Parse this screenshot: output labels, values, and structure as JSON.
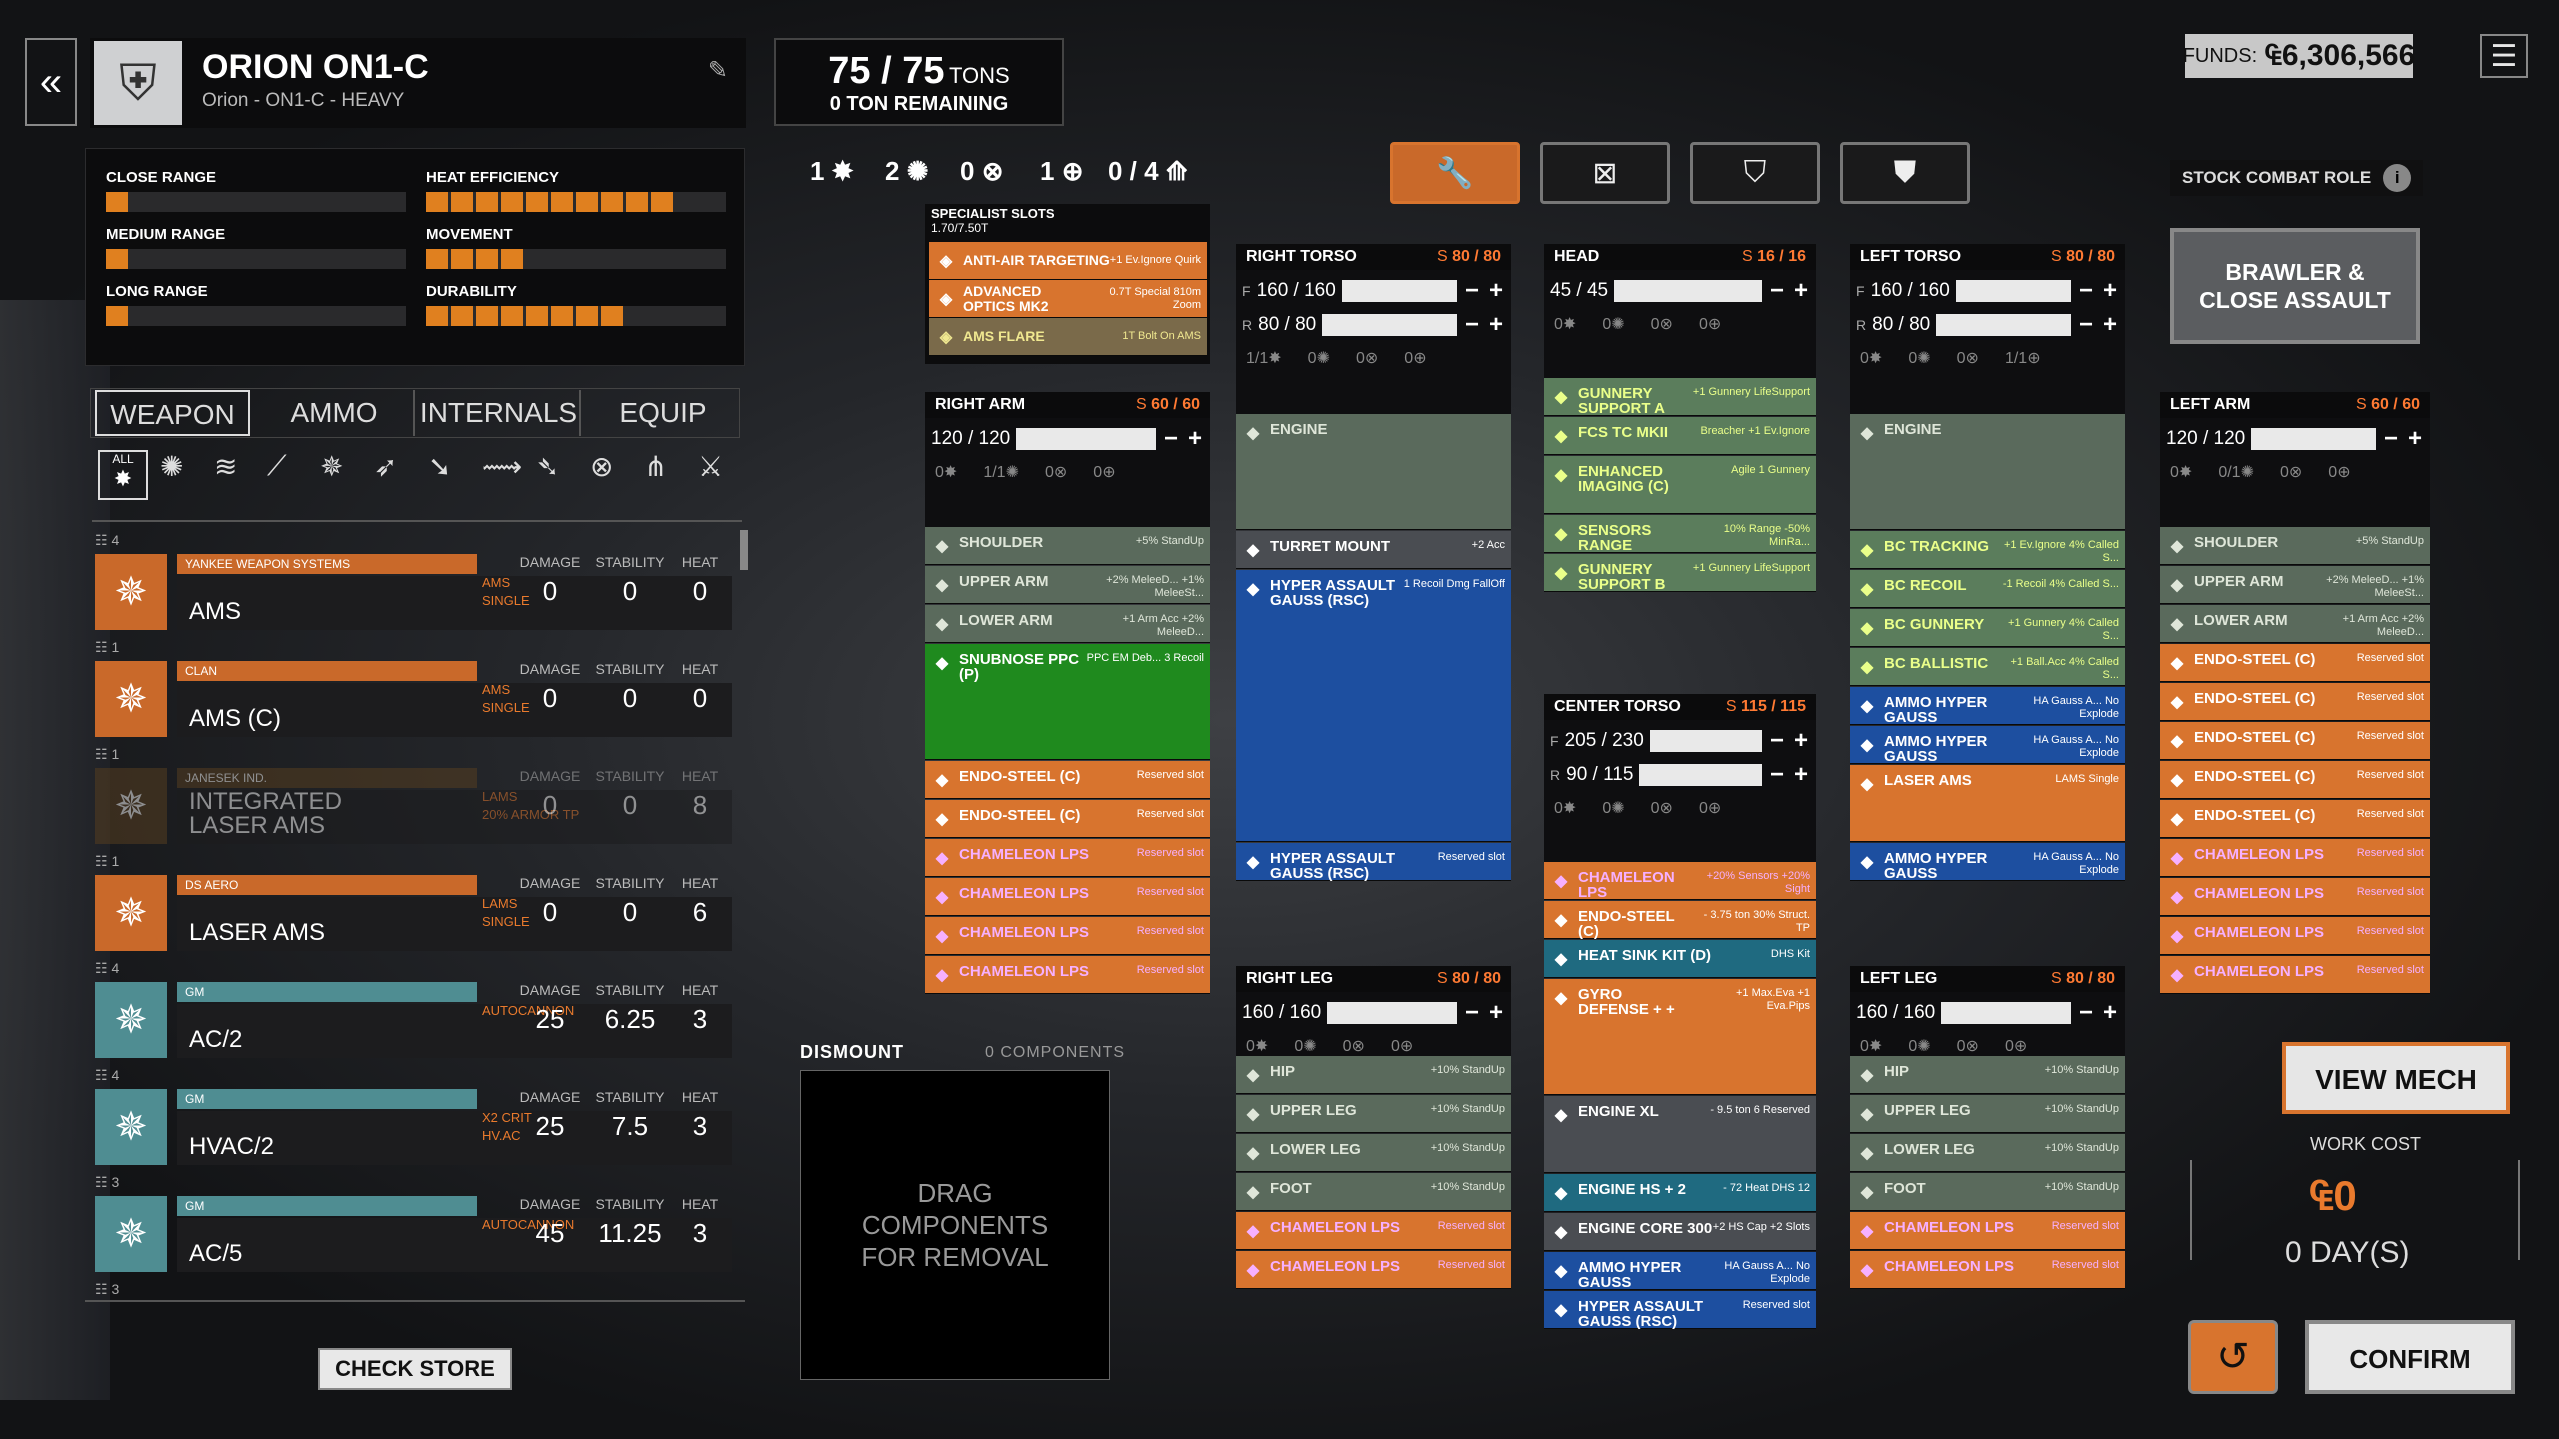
{
  "mech": {
    "name": "ORION ON1-C",
    "sub": "Orion - ON1-C - HEAVY"
  },
  "tonnage": {
    "value": "75 / 75",
    "unit": "TONS",
    "remaining": "0 TON REMAINING"
  },
  "hardpoints": [
    "1",
    "2",
    "0",
    "1",
    "0 / 4"
  ],
  "funds": {
    "label": "FUNDS:",
    "value": "₠6,306,566"
  },
  "stats": [
    {
      "label": "CLOSE RANGE",
      "fill": 1
    },
    {
      "label": "HEAT EFFICIENCY",
      "fill": 10
    },
    {
      "label": "MEDIUM RANGE",
      "fill": 1
    },
    {
      "label": "MOVEMENT",
      "fill": 4
    },
    {
      "label": "LONG RANGE",
      "fill": 1
    },
    {
      "label": "DURABILITY",
      "fill": 8
    }
  ],
  "tabs": [
    "WEAPON",
    "AMMO",
    "INTERNALS",
    "EQUIP"
  ],
  "all_label": "ALL",
  "weapons": [
    {
      "count": "4",
      "maker": "YANKEE WEAPON SYSTEMS",
      "name": "AMS",
      "type": "AMS",
      "mode": "SINGLE",
      "damage": "0",
      "stability": "0",
      "heat": "0",
      "color": "#c9692a"
    },
    {
      "count": "1",
      "maker": "CLAN",
      "name": "AMS (C)",
      "type": "AMS",
      "mode": "SINGLE",
      "damage": "0",
      "stability": "0",
      "heat": "0",
      "color": "#c9692a"
    },
    {
      "count": "1",
      "maker": "JANESEK IND.",
      "name": "INTEGRATED LASER AMS",
      "type": "LAMS",
      "mode": "20% ARMOR TP",
      "damage": "0",
      "stability": "0",
      "heat": "8",
      "color": "#5a4020"
    },
    {
      "count": "1",
      "maker": "DS AERO",
      "name": "LASER AMS",
      "type": "LAMS",
      "mode": "SINGLE",
      "damage": "0",
      "stability": "0",
      "heat": "6",
      "color": "#c9692a"
    },
    {
      "count": "4",
      "maker": "GM",
      "name": "AC/2",
      "type": "AUTOCANNON",
      "mode": "",
      "damage": "25",
      "stability": "6.25",
      "heat": "3",
      "color": "#4f8d92"
    },
    {
      "count": "4",
      "maker": "GM",
      "name": "HVAC/2",
      "type": "X2 CRIT",
      "mode": "HV.AC",
      "damage": "25",
      "stability": "7.5",
      "heat": "3",
      "color": "#4f8d92"
    },
    {
      "count": "3",
      "maker": "GM",
      "name": "AC/5",
      "type": "AUTOCANNON",
      "mode": "",
      "damage": "45",
      "stability": "11.25",
      "heat": "3",
      "color": "#4f8d92"
    },
    {
      "count": "3"
    }
  ],
  "stat_labels": {
    "damage": "DAMAGE",
    "stability": "STABILITY",
    "heat": "HEAT"
  },
  "check_store": "CHECK STORE",
  "specialist": {
    "title": "SPECIALIST SLOTS",
    "sub": "1.70/7.50T",
    "items": [
      {
        "name": "ANTI-AIR TARGETING",
        "desc": "+1 Ev.Ignore Quirk"
      },
      {
        "name": "ADVANCED OPTICS MK2",
        "desc": "0.7T Special 810m Zoom"
      },
      {
        "name": "AMS FLARE",
        "desc": "1T Bolt On AMS"
      }
    ]
  },
  "dismount": {
    "title": "DISMOUNT",
    "sub": "0 COMPONENTS",
    "drop": "DRAG COMPONENTS FOR REMOVAL"
  },
  "locations": {
    "right_arm": {
      "title": "RIGHT ARM",
      "s": "S",
      "armor": "60 / 60",
      "f": "120 / 120",
      "hp": "1/1",
      "slots": [
        {
          "n": "SHOULDER",
          "d": "+5% StandUp",
          "c": "s-gdark"
        },
        {
          "n": "UPPER ARM",
          "d": "+2% MeleeD... +1% MeleeSt...",
          "c": "s-gdark"
        },
        {
          "n": "LOWER ARM",
          "d": "+1 Arm Acc +2% MeleeD...",
          "c": "s-gdark"
        },
        {
          "n": "SNUBNOSE PPC (P)",
          "d": "PPC EM Deb... 3 Recoil",
          "c": "s-bright",
          "h": 3
        },
        {
          "n": "ENDO-STEEL (C)",
          "d": "Reserved slot",
          "c": "s-orange"
        },
        {
          "n": "ENDO-STEEL (C)",
          "d": "Reserved slot",
          "c": "s-orange"
        },
        {
          "n": "CHAMELEON LPS",
          "d": "Reserved slot",
          "c": "s-chm"
        },
        {
          "n": "CHAMELEON LPS",
          "d": "Reserved slot",
          "c": "s-chm"
        },
        {
          "n": "CHAMELEON LPS",
          "d": "Reserved slot",
          "c": "s-chm"
        },
        {
          "n": "CHAMELEON LPS",
          "d": "Reserved slot",
          "c": "s-chm"
        }
      ]
    },
    "right_torso": {
      "title": "RIGHT TORSO",
      "s": "S",
      "armor": "80 / 80",
      "f": "160 / 160",
      "r": "80 / 80",
      "hp": "1/1",
      "slots": [
        {
          "n": "ENGINE",
          "d": "",
          "c": "s-gdark",
          "h": 3
        },
        {
          "n": "TURRET MOUNT",
          "d": "+2 Acc",
          "c": "s-gray"
        },
        {
          "n": "HYPER ASSAULT GAUSS (RSC)",
          "d": "1 Recoil Dmg FallOff",
          "c": "s-blue",
          "h": 7
        },
        {
          "n": "HYPER ASSAULT GAUSS (RSC)",
          "d": "Reserved slot",
          "c": "s-blue"
        }
      ]
    },
    "head": {
      "title": "HEAD",
      "s": "S",
      "armor": "16 / 16",
      "f": "45 / 45",
      "slots": [
        {
          "n": "GUNNERY SUPPORT A",
          "d": "+1 Gunnery LifeSupport",
          "c": "s-green"
        },
        {
          "n": "FCS TC MKII",
          "d": "Breacher +1 Ev.Ignore",
          "c": "s-green"
        },
        {
          "n": "ENHANCED IMAGING (C)",
          "d": "Agile 1 Gunnery",
          "c": "s-green",
          "h": 1.5
        },
        {
          "n": "SENSORS RANGE",
          "d": "10% Range -50% MinRa...",
          "c": "s-green"
        },
        {
          "n": "GUNNERY SUPPORT B",
          "d": "+1 Gunnery LifeSupport",
          "c": "s-green"
        }
      ]
    },
    "center_torso": {
      "title": "CENTER TORSO",
      "s": "S",
      "armor": "115 / 115",
      "f": "205 / 230",
      "r": "90 / 115",
      "slots": [
        {
          "n": "CHAMELEON LPS",
          "d": "+20% Sensors +20% Sight",
          "c": "s-chm"
        },
        {
          "n": "ENDO-STEEL (C)",
          "d": "- 3.75 ton 30% Struct. TP",
          "c": "s-orange"
        },
        {
          "n": "HEAT SINK KIT (D)",
          "d": "DHS Kit",
          "c": "s-teal"
        },
        {
          "n": "GYRO DEFENSE + +",
          "d": "+1 Max.Eva +1 Eva.Pips",
          "c": "s-orange",
          "h": 3
        },
        {
          "n": "ENGINE XL",
          "d": "- 9.5 ton 6 Reserved",
          "c": "s-gray",
          "h": 2
        },
        {
          "n": "ENGINE HS + 2",
          "d": "- 72 Heat DHS 12",
          "c": "s-teal"
        },
        {
          "n": "ENGINE CORE 300",
          "d": "+2 HS Cap +2 Slots",
          "c": "s-gray"
        },
        {
          "n": "AMMO HYPER GAUSS",
          "d": "HA Gauss A... No Explode",
          "c": "s-blue"
        },
        {
          "n": "HYPER ASSAULT GAUSS (RSC)",
          "d": "Reserved slot",
          "c": "s-blue"
        }
      ]
    },
    "left_torso": {
      "title": "LEFT TORSO",
      "s": "S",
      "armor": "80 / 80",
      "f": "160 / 160",
      "r": "80 / 80",
      "hp": "1/1",
      "slots": [
        {
          "n": "ENGINE",
          "d": "",
          "c": "s-gdark",
          "h": 3
        },
        {
          "n": "BC TRACKING",
          "d": "+1 Ev.Ignore 4% Called S...",
          "c": "s-green"
        },
        {
          "n": "BC RECOIL",
          "d": "-1 Recoil 4% Called S...",
          "c": "s-green"
        },
        {
          "n": "BC GUNNERY",
          "d": "+1 Gunnery 4% Called S...",
          "c": "s-green"
        },
        {
          "n": "BC BALLISTIC",
          "d": "+1 Ball.Acc 4% Called S...",
          "c": "s-green"
        },
        {
          "n": "AMMO HYPER GAUSS",
          "d": "HA Gauss A... No Explode",
          "c": "s-blue"
        },
        {
          "n": "AMMO HYPER GAUSS",
          "d": "HA Gauss A... No Explode",
          "c": "s-blue"
        },
        {
          "n": "LASER AMS",
          "d": "LAMS Single",
          "c": "s-orange",
          "h": 2
        },
        {
          "n": "AMMO HYPER GAUSS",
          "d": "HA Gauss A... No Explode",
          "c": "s-blue"
        }
      ]
    },
    "left_arm": {
      "title": "LEFT ARM",
      "s": "S",
      "armor": "60 / 60",
      "f": "120 / 120",
      "hp": "0/1",
      "slots": [
        {
          "n": "SHOULDER",
          "d": "+5% StandUp",
          "c": "s-gdark"
        },
        {
          "n": "UPPER ARM",
          "d": "+2% MeleeD... +1% MeleeSt...",
          "c": "s-gdark"
        },
        {
          "n": "LOWER ARM",
          "d": "+1 Arm Acc +2% MeleeD...",
          "c": "s-gdark"
        },
        {
          "n": "ENDO-STEEL (C)",
          "d": "Reserved slot",
          "c": "s-orange"
        },
        {
          "n": "ENDO-STEEL (C)",
          "d": "Reserved slot",
          "c": "s-orange"
        },
        {
          "n": "ENDO-STEEL (C)",
          "d": "Reserved slot",
          "c": "s-orange"
        },
        {
          "n": "ENDO-STEEL (C)",
          "d": "Reserved slot",
          "c": "s-orange"
        },
        {
          "n": "ENDO-STEEL (C)",
          "d": "Reserved slot",
          "c": "s-orange"
        },
        {
          "n": "CHAMELEON LPS",
          "d": "Reserved slot",
          "c": "s-chm"
        },
        {
          "n": "CHAMELEON LPS",
          "d": "Reserved slot",
          "c": "s-chm"
        },
        {
          "n": "CHAMELEON LPS",
          "d": "Reserved slot",
          "c": "s-chm"
        },
        {
          "n": "CHAMELEON LPS",
          "d": "Reserved slot",
          "c": "s-chm"
        }
      ]
    },
    "right_leg": {
      "title": "RIGHT LEG",
      "s": "S",
      "armor": "80 / 80",
      "f": "160 / 160",
      "slots": [
        {
          "n": "HIP",
          "d": "+10% StandUp",
          "c": "s-gdark"
        },
        {
          "n": "UPPER LEG",
          "d": "+10% StandUp",
          "c": "s-gdark"
        },
        {
          "n": "LOWER LEG",
          "d": "+10% StandUp",
          "c": "s-gdark"
        },
        {
          "n": "FOOT",
          "d": "+10% StandUp",
          "c": "s-gdark"
        },
        {
          "n": "CHAMELEON LPS",
          "d": "Reserved slot",
          "c": "s-chm"
        },
        {
          "n": "CHAMELEON LPS",
          "d": "Reserved slot",
          "c": "s-chm"
        }
      ]
    },
    "left_leg": {
      "title": "LEFT LEG",
      "s": "S",
      "armor": "80 / 80",
      "f": "160 / 160",
      "slots": [
        {
          "n": "HIP",
          "d": "+10% StandUp",
          "c": "s-gdark"
        },
        {
          "n": "UPPER LEG",
          "d": "+10% StandUp",
          "c": "s-gdark"
        },
        {
          "n": "LOWER LEG",
          "d": "+10% StandUp",
          "c": "s-gdark"
        },
        {
          "n": "FOOT",
          "d": "+10% StandUp",
          "c": "s-gdark"
        },
        {
          "n": "CHAMELEON LPS",
          "d": "Reserved slot",
          "c": "s-chm"
        },
        {
          "n": "CHAMELEON LPS",
          "d": "Reserved slot",
          "c": "s-chm"
        }
      ]
    }
  },
  "role": {
    "label": "STOCK COMBAT ROLE",
    "value": "BRAWLER & CLOSE ASSAULT"
  },
  "view_mech": "VIEW MECH",
  "work_cost": {
    "label": "WORK COST",
    "value": "₠0",
    "days": "0 DAY(S)"
  },
  "confirm": "CONFIRM",
  "zero": "0",
  "f_label": "F",
  "r_label": "R"
}
